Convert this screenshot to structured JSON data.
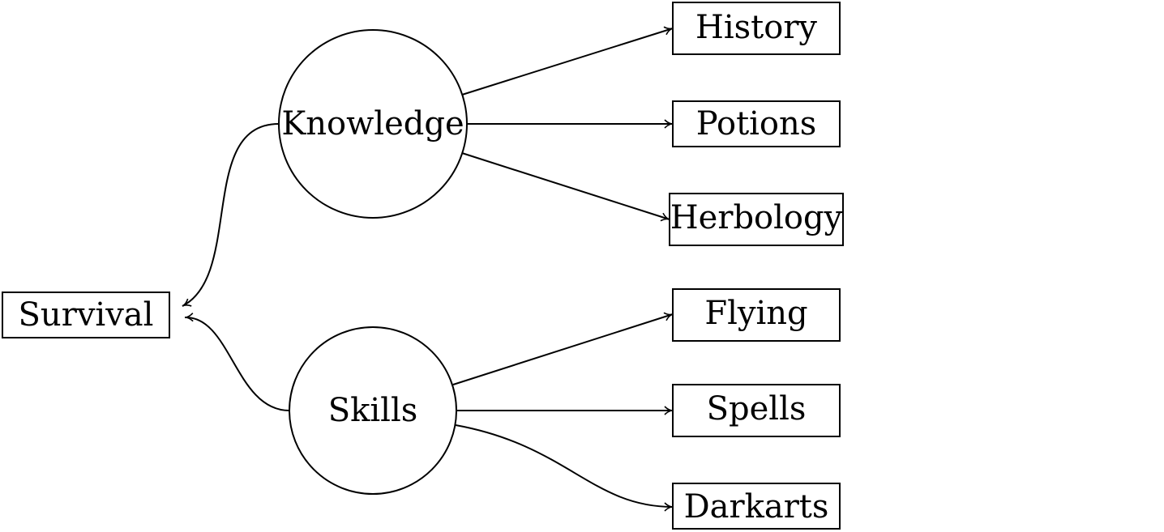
{
  "nodes": {
    "survival": "Survival",
    "knowledge": "Knowledge",
    "skills": "Skills",
    "history": "History",
    "potions": "Potions",
    "herbology": "Herbology",
    "flying": "Flying",
    "spells": "Spells",
    "darkarts": "Darkarts"
  }
}
